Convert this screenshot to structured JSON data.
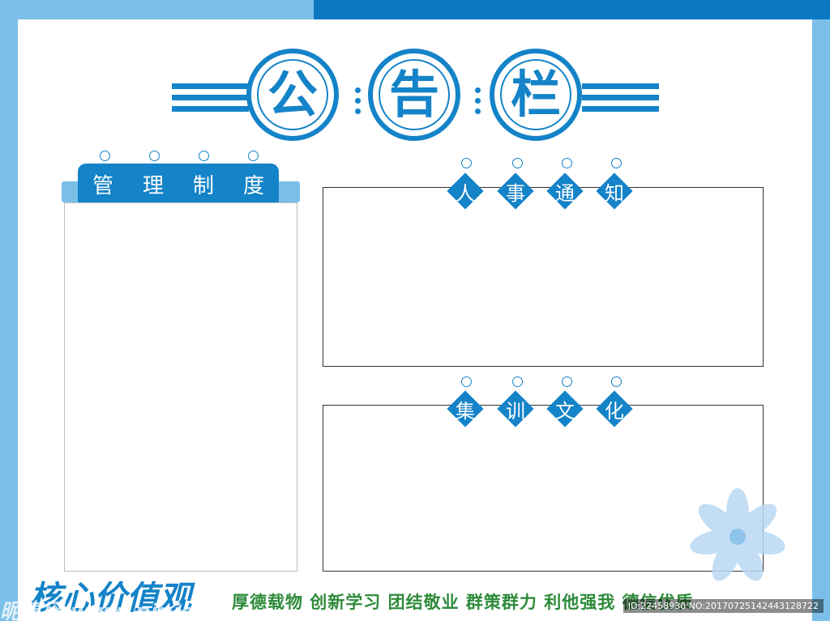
{
  "title": {
    "chars": [
      "公",
      "告",
      "栏"
    ]
  },
  "sections": {
    "management": {
      "chars": [
        "管",
        "理",
        "制",
        "度"
      ]
    },
    "personnel": {
      "chars": [
        "人",
        "事",
        "通",
        "知"
      ]
    },
    "culture": {
      "chars": [
        "集",
        "训",
        "文",
        "化"
      ]
    }
  },
  "footer": {
    "core_values": "核心价值观",
    "slogans": "厚德载物 创新学习 团结敬业 群策群力 利他强我 德信优质"
  },
  "watermark": {
    "site": "昵享网 www.nipic.cn",
    "id": "ID:22458930 NO:20170725142443128722"
  },
  "colors": {
    "primary": "#1483c8",
    "light": "#7bbfe8",
    "green": "#2e8b3a",
    "flower": "#b9d9f3"
  }
}
